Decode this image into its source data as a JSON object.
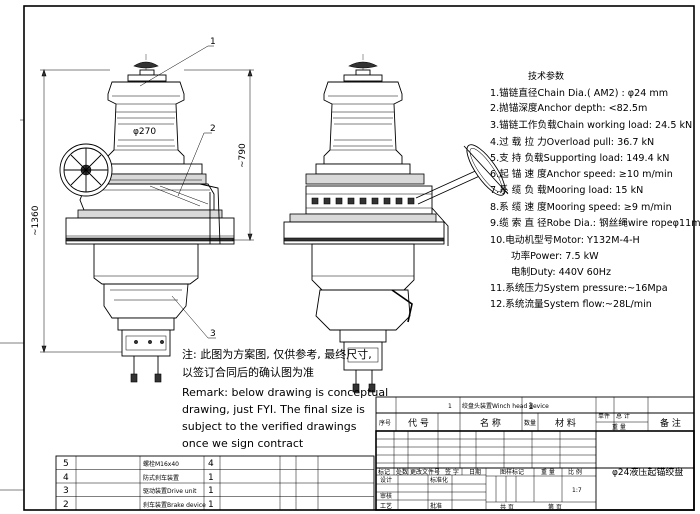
{
  "tech_params": {
    "title": "技术参数",
    "lines": [
      "1.锚链直径Chain Dia.( AM2) : φ24 mm",
      "2.抛锚深度Anchor depth:     <82.5m",
      "3.锚链工作负载Chain working load:   24.5 kN",
      "4.过 载 拉 力Overload pull:    36.7 kN",
      "5.支 持 负载Supporting load:     149.4 kN",
      "6.起 锚 速 度Anchor speed:      ≥10 m/min",
      "7.系 缆 负 载Mooring load:     15  kN",
      "8.系 缆 速 度Mooring speed:     ≥9 m/min",
      "9.缆 索 直 径Robe Dia.:   钢丝绳wire ropeφ11mm",
      "10.电动机型号Motor:   Y132M-4-H",
      "功率Power:   7.5 kW",
      "电制Duty:   440V 60Hz",
      "11.系统压力System pressure:~16Mpa",
      "12.系统流量System flow:~28L/min"
    ]
  },
  "dimensions": {
    "diameter": "φ270",
    "height_total": "~1360",
    "height_upper": "~790"
  },
  "callouts": [
    "1",
    "2",
    "3"
  ],
  "remark": {
    "zh_line1": "注: 此图为方案图, 仅供参考, 最终尺寸,",
    "zh_line2": "以签订合同后的确认图为准",
    "en_lines": [
      "Remark: below drawing is conceptual",
      "drawing, just FYI. The final size is",
      "subject to the verified drawings",
      "once we sign contract"
    ]
  },
  "bom_top_row": {
    "qty": "1",
    "name": "绞盘头装置Winch head device",
    "no": "1"
  },
  "bom_header": {
    "seq": "序号",
    "code": "代 号",
    "name": "名 称",
    "qty": "数量",
    "material": "材 料",
    "unit_total_top": "单件",
    "unit_total_mid": "总 计",
    "weight": "重 量",
    "remark": "备 注"
  },
  "bom_rows": [
    {
      "no": "5",
      "name": "螺栓M16x40",
      "qty": "4"
    },
    {
      "no": "4",
      "name": "防式刹车装置",
      "qty": "1"
    },
    {
      "no": "3",
      "name": "驱动装置Drive unit",
      "qty": "1"
    },
    {
      "no": "2",
      "name": "刹车装置Brake device",
      "qty": "1"
    }
  ],
  "title_block": {
    "drawing_title": "φ24液压起锚绞盘",
    "signoff_headers": [
      "标记",
      "处数",
      "更改文件号",
      "签 字",
      "日期"
    ],
    "designer": "设计",
    "standardized": "标准化",
    "review": "审核",
    "process": "工艺",
    "approve": "批准",
    "stage_mark": "图样标记",
    "weight": "重 量",
    "scale": "比 例",
    "scale_value": "1:7",
    "sheet": "共 页",
    "page": "第 页"
  }
}
